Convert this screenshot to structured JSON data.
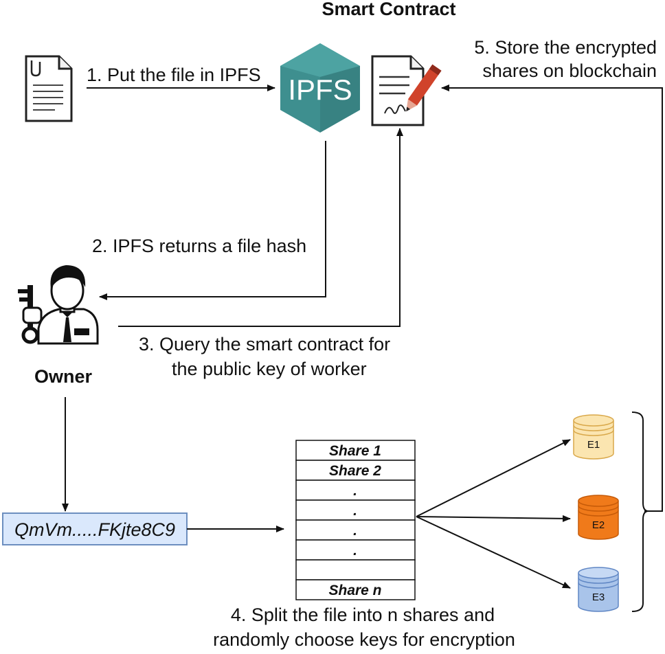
{
  "title": "Smart Contract",
  "owner_label": "Owner",
  "ipfs_logo_text": "IPFS",
  "steps": {
    "step1": "1. Put the file in IPFS",
    "step2": "2. IPFS returns a file hash",
    "step3_line1": "3. Query the smart contract for",
    "step3_line2": "the public key of worker",
    "step4_line1": "4. Split the file into n shares and",
    "step4_line2": "randomly choose keys for encryption",
    "step5_line1": "5. Store the encrypted",
    "step5_line2": "shares on blockchain"
  },
  "file_hash": "QmVm.....FKjte8C9",
  "shares": [
    "Share 1",
    "Share 2",
    ".",
    ".",
    ".",
    ".",
    "",
    "Share n"
  ],
  "encrypted": [
    {
      "label": "E1",
      "color": "#fbe5b0",
      "stroke": "#d9a84a"
    },
    {
      "label": "E2",
      "color": "#f07a1a",
      "stroke": "#c55a08"
    },
    {
      "label": "E3",
      "color": "#a9c4ea",
      "stroke": "#5f86c4"
    }
  ],
  "colors": {
    "ipfs": "#3e8f8f",
    "hash_box_fill": "#dae8fc",
    "hash_box_stroke": "#6c8ebf",
    "pen": "#d0432b"
  },
  "icons": [
    "document-icon",
    "ipfs-logo-icon",
    "contract-signature-icon",
    "owner-with-key-icon"
  ]
}
